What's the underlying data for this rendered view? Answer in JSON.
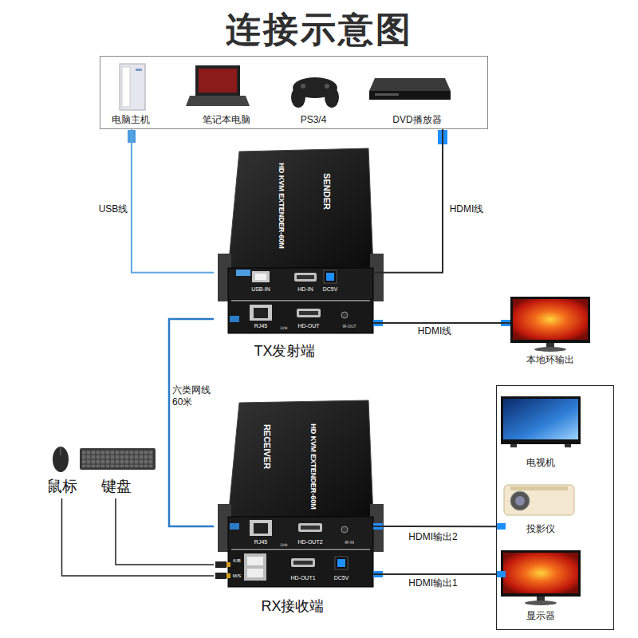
{
  "diagram": {
    "title": "连接示意图",
    "nodes": [
      {
        "text": [
          "电脑主机",
          "笔记本电脑",
          "PS3/4",
          "DVD播放器"
        ]
      },
      {
        "text": [
          "HD KVM EXTENDER-60M",
          "SENDER",
          "USB-IN",
          "HD-IN",
          "DC5V",
          "RJ45",
          "Link",
          "HD-OUT",
          "IR-OUT",
          "TX发射端"
        ]
      },
      {
        "text": [
          "本地环输出"
        ]
      },
      {
        "text": [
          "鼠标"
        ]
      },
      {
        "text": [
          "键盘"
        ]
      },
      {
        "text": [
          "HD KVM EXTENDER-60M",
          "RECEIVER",
          "RJ45",
          "Link",
          "HD-OUT2",
          "IR-IN",
          "K/B",
          "M/S",
          "HD-OUT1",
          "DC5V",
          "RX接收端"
        ]
      },
      {
        "text": [
          "电视机",
          "投影仪",
          "显示器"
        ]
      }
    ],
    "edges": [
      {
        "from": 0,
        "to": 1,
        "label": "USB线",
        "arrow": "none"
      },
      {
        "from": 0,
        "to": 1,
        "label": "HDMI线",
        "arrow": "none"
      },
      {
        "from": 1,
        "to": 2,
        "label": "HDMI线",
        "arrow": "none"
      },
      {
        "from": 1,
        "to": 5,
        "label": "六类网线 60米",
        "arrow": "none"
      },
      {
        "from": 5,
        "to": 6,
        "label": "HDMI输出2",
        "arrow": "none"
      },
      {
        "from": 5,
        "to": 6,
        "label": "HDMI输出1",
        "arrow": "none"
      },
      {
        "from": 3,
        "to": 5,
        "arrow": "none"
      },
      {
        "from": 4,
        "to": 5,
        "arrow": "none"
      }
    ]
  }
}
